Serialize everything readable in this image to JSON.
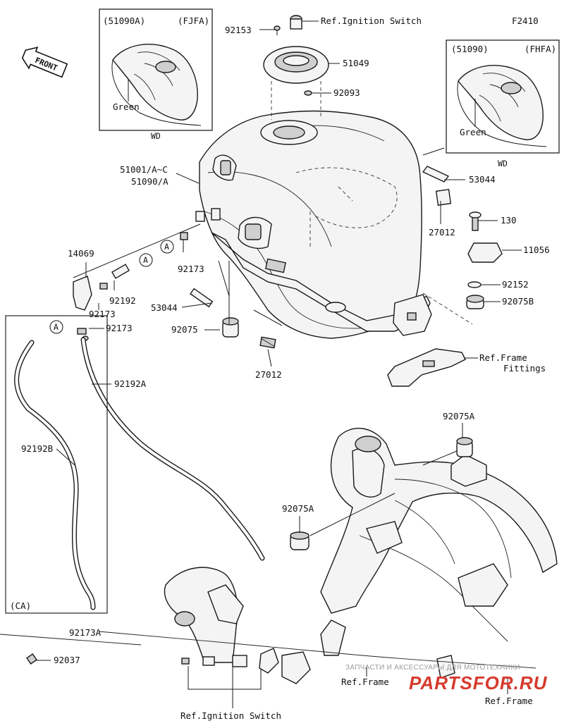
{
  "diagram_code": "F2410",
  "front_label": "FRONT",
  "insets": {
    "left": {
      "part": "(51090A)",
      "market": "(FJFA)",
      "hose_label": "Green",
      "caption": "WD"
    },
    "right": {
      "part": "(51090)",
      "market": "(FHFA)",
      "hose_label": "Green",
      "caption": "WD"
    },
    "ca": {
      "market": "(CA)"
    }
  },
  "part_labels": {
    "p92153": "92153",
    "ref_ignition_top": "Ref.Ignition Switch",
    "p51049": "51049",
    "p92093": "92093",
    "tank_a": "51001/A~C",
    "tank_b": "51090/A",
    "p53044_r": "53044",
    "p27012_r": "27012",
    "p130": "130",
    "p11056": "11056",
    "p92152": "92152",
    "p92075B": "92075B",
    "ref_frame_fittings_a": "Ref.Frame",
    "ref_frame_fittings_b": "Fittings",
    "p14069": "14069",
    "callout_a1": "A",
    "callout_a2": "A",
    "callout_a3": "A",
    "p92173_a": "92173",
    "p92192": "92192",
    "p92173_b": "92173",
    "p92173_c": "92173",
    "p53044_l": "53044",
    "p92075": "92075",
    "p27012_l": "27012",
    "p92192A": "92192A",
    "p92192B": "92192B",
    "p92075A_top": "92075A",
    "p92075A_mid": "92075A",
    "p92173A": "92173A",
    "p92037": "92037",
    "ref_frame_mid": "Ref.Frame",
    "ref_frame_right": "Ref.Frame",
    "ref_ignition_bottom": "Ref.Ignition Switch"
  },
  "watermark": {
    "top": "ЗАПЧАСТИ И АКСЕССУАРЫ ДЛЯ МОТОТЕХНИКИ",
    "main": "PARTSFOR.RU"
  }
}
